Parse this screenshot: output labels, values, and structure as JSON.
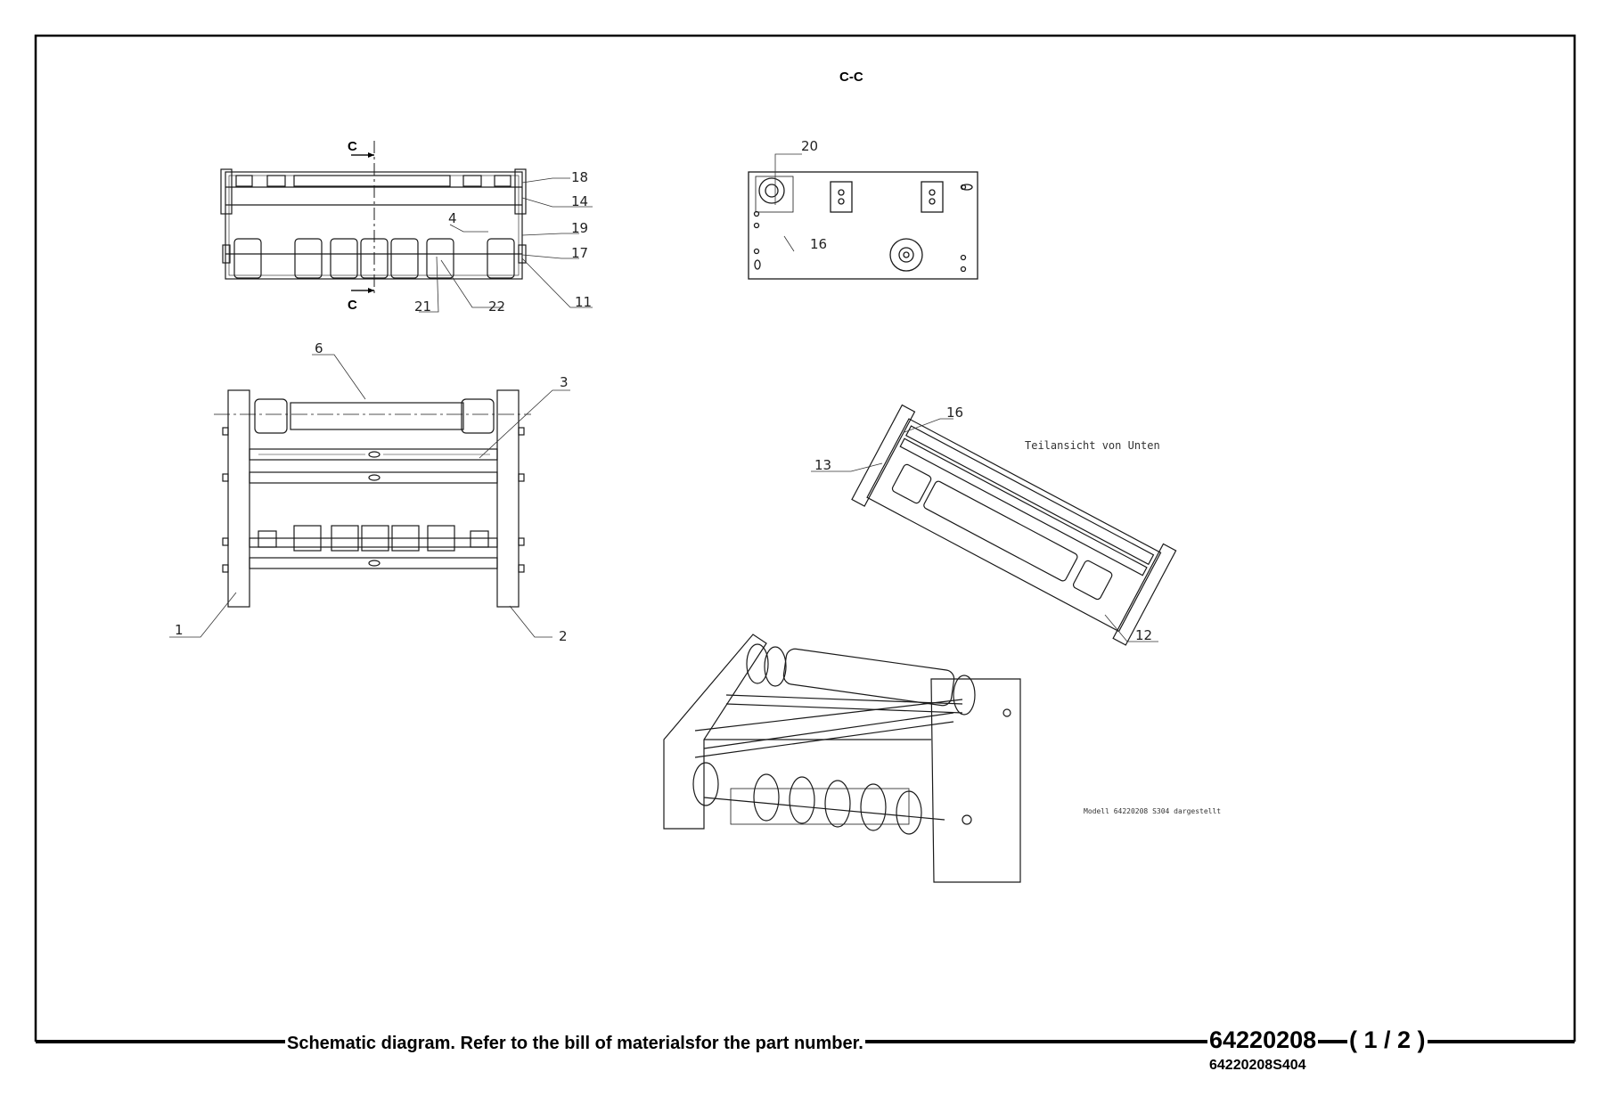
{
  "section_title": "C-C",
  "section_marker": "C",
  "part_labels": [
    "1",
    "2",
    "3",
    "4",
    "6",
    "11",
    "12",
    "13",
    "14",
    "16",
    "17",
    "18",
    "19",
    "20",
    "21",
    "22"
  ],
  "view_notes": {
    "partial_view": "Teilansicht von Unten",
    "model_note": "Modell 64220208 S304 dargestellt"
  },
  "footer": {
    "caption": "Schematic diagram. Refer to the bill of materialsfor the part number.",
    "drawing_number": "64220208",
    "page": "( 1 / 2 )",
    "sub_number": "64220208S404"
  },
  "colors": {
    "line": "#1a1a1a",
    "frame": "#000000",
    "background": "#ffffff"
  }
}
